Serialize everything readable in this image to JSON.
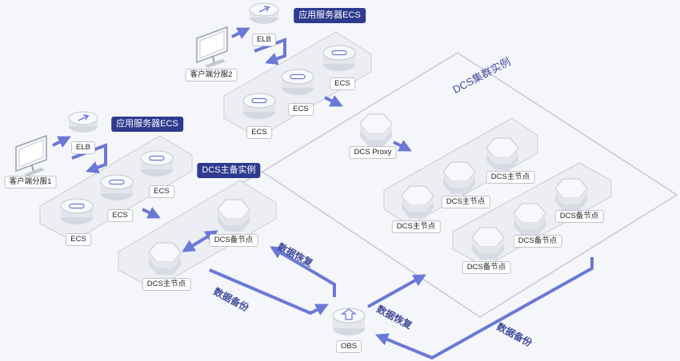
{
  "client1": {
    "label": "客户端分服1"
  },
  "client2": {
    "label": "客户端分服2"
  },
  "elb_label": "ELB",
  "ecs_label": "ECS",
  "app_group_tag": "应用服务器ECS",
  "master_standby": {
    "tag": "DCS主备实例",
    "master_label": "DCS主节点",
    "standby_label": "DCS备节点"
  },
  "cluster": {
    "title": "DCS集群实例",
    "proxy_label": "DCS Proxy",
    "master_label": "DCS主节点",
    "standby_label": "DCS备节点"
  },
  "obs_label": "OBS",
  "flows": {
    "backup": "数据备份",
    "restore": "数据恢复"
  },
  "colors": {
    "accent": "#6b78d6",
    "tag_bg": "#2f3a8f",
    "panel": "#eef0f5",
    "panel_border": "#c9ccd6"
  },
  "icons": {
    "client": "monitor-icon",
    "elb": "load-balancer-icon",
    "ecs": "server-cylinder-icon",
    "dcs": "hexagon-node-icon",
    "obs": "storage-bucket-icon"
  }
}
